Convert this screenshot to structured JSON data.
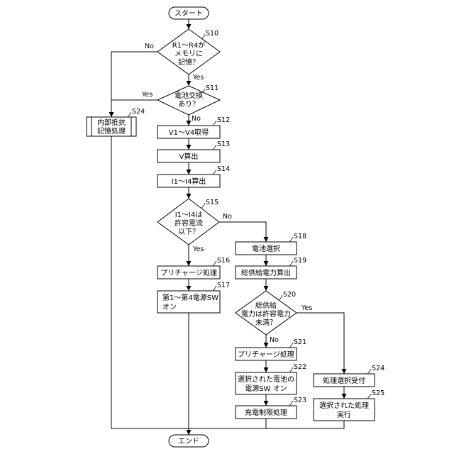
{
  "flowchart": {
    "start": "スタート",
    "end": "エンド",
    "nodes": {
      "s10": {
        "step": "S10",
        "lines": [
          "R1～R4が",
          "メモリに",
          "記憶？"
        ]
      },
      "s11": {
        "step": "S11",
        "lines": [
          "電池交換",
          "あり？"
        ]
      },
      "s12": {
        "step": "S12",
        "lines": [
          "V1～V4取得"
        ]
      },
      "s13": {
        "step": "S13",
        "lines": [
          "V算出"
        ]
      },
      "s14": {
        "step": "S14",
        "lines": [
          "I1～I4算出"
        ]
      },
      "s15": {
        "step": "S15",
        "lines": [
          "I1～I4は",
          "許容電流",
          "以下？"
        ]
      },
      "s16": {
        "step": "S16",
        "lines": [
          "プリチャージ処理"
        ]
      },
      "s17": {
        "step": "S17",
        "lines": [
          "第1～第4電源SW",
          "オン"
        ]
      },
      "s18": {
        "step": "S18",
        "lines": [
          "電池選択"
        ]
      },
      "s19": {
        "step": "S19",
        "lines": [
          "総供給電力算出"
        ]
      },
      "s20": {
        "step": "S20",
        "lines": [
          "総供給",
          "電力は許容電力",
          "未満？"
        ]
      },
      "s21": {
        "step": "S21",
        "lines": [
          "プリチャージ処理"
        ]
      },
      "s22": {
        "step": "S22",
        "lines": [
          "選択された電池の",
          "電源SW オン"
        ]
      },
      "s23": {
        "step": "S23",
        "lines": [
          "充電制限処理"
        ]
      },
      "s24a": {
        "step": "S24",
        "lines": [
          "内部抵抗",
          "記憶処理"
        ]
      },
      "s24b": {
        "step": "S24",
        "lines": [
          "処理選択受付"
        ]
      },
      "s25": {
        "step": "S25",
        "lines": [
          "選択された処理",
          "実行"
        ]
      }
    },
    "branches": {
      "s10_no": "No",
      "s10_yes": "Yes",
      "s11_yes": "Yes",
      "s11_no": "No",
      "s15_no": "No",
      "s15_yes": "Yes",
      "s20_yes": "Yes",
      "s20_no": "No"
    }
  }
}
